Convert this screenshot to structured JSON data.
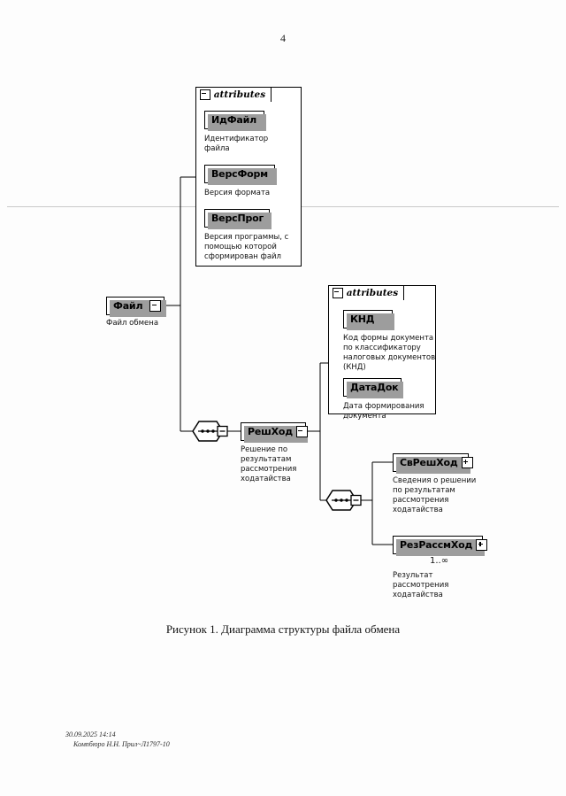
{
  "document": {
    "page_number": "4",
    "figure_caption": "Рисунок 1. Диаграмма структуры файла обмена",
    "footer_timestamp": "30.09.2025 14:14",
    "footer_reference": "Компбюро Н.Н. Прил~Л1797-10"
  },
  "diagram": {
    "attributes_label_1": "attributes",
    "attributes_label_2": "attributes",
    "nodes": {
      "file": {
        "name": "Файл",
        "caption": "Файл обмена",
        "expander": "minus"
      },
      "id_file": {
        "name": "ИдФайл",
        "caption": "Идентификатор\nфайла"
      },
      "vers_form": {
        "name": "ВерсФорм",
        "caption": "Версия формата"
      },
      "vers_prog": {
        "name": "ВерсПрог",
        "caption": "Версия программы, с\nпомощью которой\nсформирован файл"
      },
      "resh_hod": {
        "name": "РешХод",
        "caption": "Решение по\nрезультатам\nрассмотрения\nходатайства",
        "expander": "minus"
      },
      "knd": {
        "name": "КНД",
        "caption": "Код формы документа\nпо классификатору\nналоговых документов\n(КНД)"
      },
      "data_dok": {
        "name": "ДатаДок",
        "caption": "Дата формирования\nдокумента"
      },
      "sv_resh_hod": {
        "name": "СвРешХод",
        "caption": "Сведения о решении\nпо результатам\nрассмотрения\nходатайства",
        "expander": "plus"
      },
      "rez_rassm_hod": {
        "name": "РезРассмХод",
        "caption": "Результат\nрассмотрения\nходатайства",
        "multiplicity": "1..∞",
        "expander": "plus"
      }
    }
  }
}
